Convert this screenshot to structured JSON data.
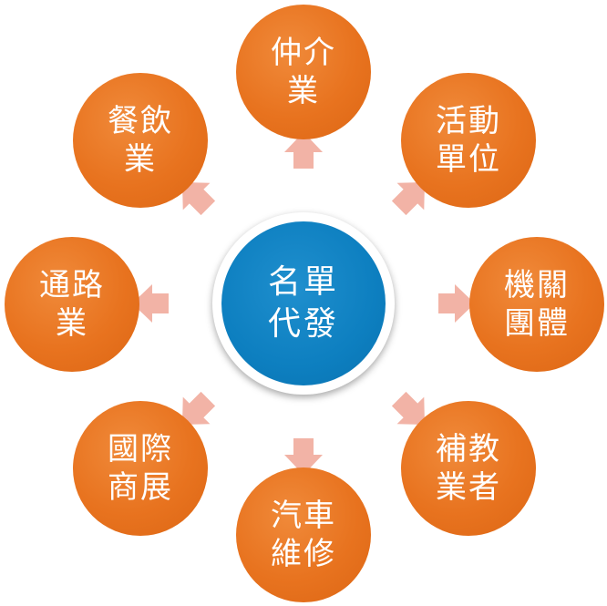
{
  "center": {
    "label": "名單\n代發"
  },
  "nodes": [
    {
      "label": "仲介\n業"
    },
    {
      "label": "活動\n單位"
    },
    {
      "label": "機關\n團體"
    },
    {
      "label": "補教\n業者"
    },
    {
      "label": "汽車\n維修"
    },
    {
      "label": "國際\n商展"
    },
    {
      "label": "通路\n業"
    },
    {
      "label": "餐飲\n業"
    }
  ],
  "colors": {
    "node": "#e8731f",
    "center": "#0d7fc0",
    "arrow": "#f2b3a6"
  }
}
